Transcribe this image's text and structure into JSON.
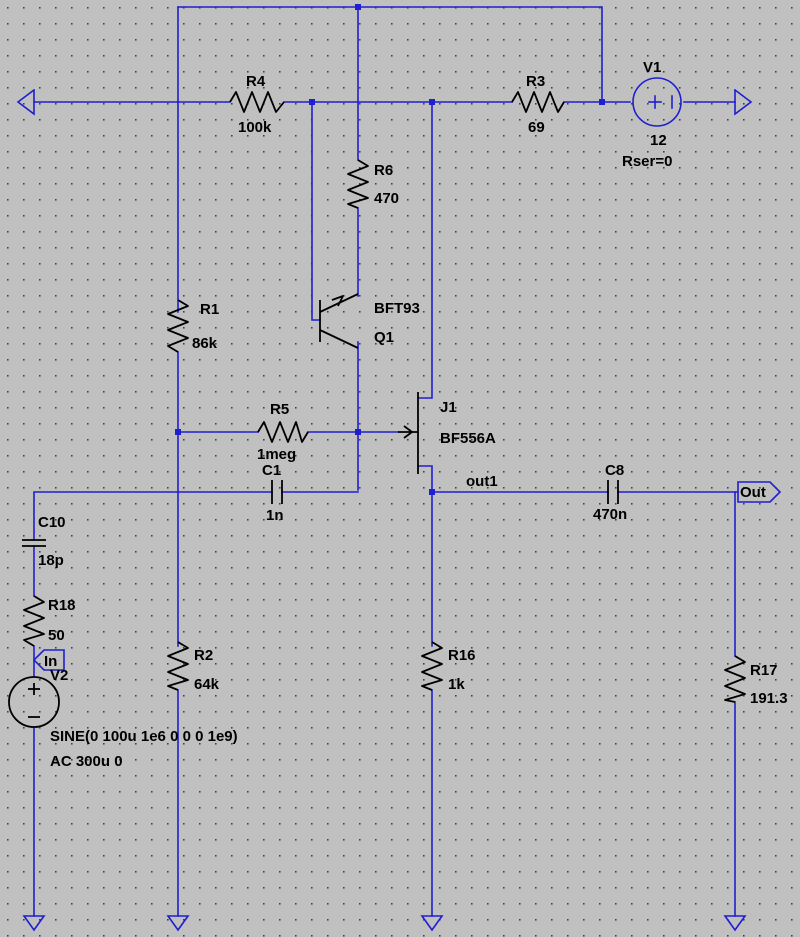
{
  "components": {
    "V1": {
      "name": "V1",
      "value": "12",
      "extra": "Rser=0"
    },
    "R3": {
      "name": "R3",
      "value": "69"
    },
    "R4": {
      "name": "R4",
      "value": "100k"
    },
    "R6": {
      "name": "R6",
      "value": "470"
    },
    "Q1": {
      "name": "Q1",
      "model": "BFT93"
    },
    "R1": {
      "name": "R1",
      "value": "86k"
    },
    "R5": {
      "name": "R5",
      "value": "1meg"
    },
    "C1": {
      "name": "C1",
      "value": "1n"
    },
    "J1": {
      "name": "J1",
      "model": "BF556A"
    },
    "C8": {
      "name": "C8",
      "value": "470n"
    },
    "C10": {
      "name": "C10",
      "value": "18p"
    },
    "R18": {
      "name": "R18",
      "value": "50"
    },
    "V2": {
      "name": "V2",
      "value": "SINE(0 100u 1e6 0 0 0 1e9)",
      "ac": "AC 300u 0"
    },
    "R2": {
      "name": "R2",
      "value": "64k"
    },
    "R16": {
      "name": "R16",
      "value": "1k"
    },
    "R17": {
      "name": "R17",
      "value": "191.3"
    }
  },
  "nets": {
    "out1": "out1",
    "out": "Out",
    "in": "In"
  },
  "colors": {
    "background": "#c0c0c0",
    "grid": "#404040",
    "wire": "#1f1fcf",
    "component": "#000000"
  }
}
